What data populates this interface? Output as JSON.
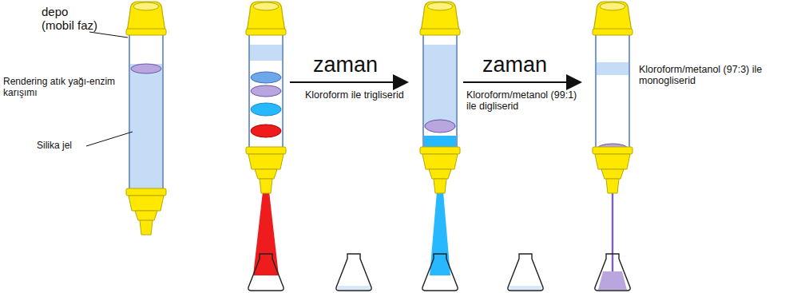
{
  "diagram": {
    "labels": [
      "depo (mobil faz)",
      "Rendering atık yağı-enzim karışımı",
      "Silika jel",
      "zaman",
      "Kloroform ile trigliserid",
      "zaman",
      "Kloroform/metanol (99:1) ile digliserid",
      "Kloroform/metanol (97:3) ile monogliserid"
    ]
  }
}
